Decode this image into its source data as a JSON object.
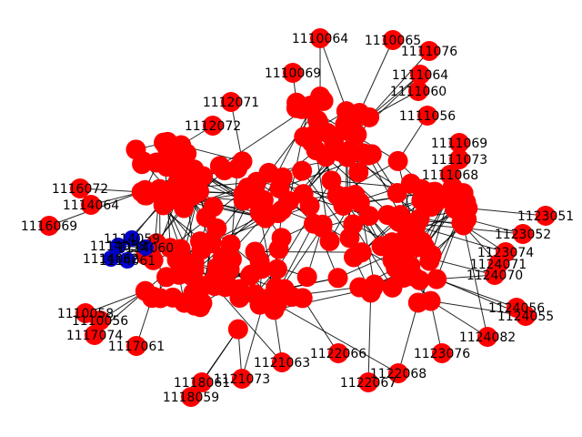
{
  "graph": {
    "colors": {
      "node_default": "#ff0000",
      "node_highlight": "#0000cc",
      "edge": "#000000",
      "label": "#000000"
    },
    "nodes": [
      {
        "id": "1110064",
        "group": "default"
      },
      {
        "id": "1110065",
        "group": "default"
      },
      {
        "id": "1111076",
        "group": "default"
      },
      {
        "id": "1111060",
        "group": "default"
      },
      {
        "id": "1111064",
        "group": "default"
      },
      {
        "id": "1111056",
        "group": "default"
      },
      {
        "id": "1110069",
        "group": "default"
      },
      {
        "id": "1112071",
        "group": "default"
      },
      {
        "id": "1112072",
        "group": "default"
      },
      {
        "id": "1111069",
        "group": "default"
      },
      {
        "id": "1111073",
        "group": "default"
      },
      {
        "id": "1111068",
        "group": "default"
      },
      {
        "id": "1116072",
        "group": "default"
      },
      {
        "id": "1116069",
        "group": "default"
      },
      {
        "id": "1114064",
        "group": "default"
      },
      {
        "id": "1123051",
        "group": "default"
      },
      {
        "id": "1123052",
        "group": "default"
      },
      {
        "id": "1123074",
        "group": "default"
      },
      {
        "id": "1124071",
        "group": "default"
      },
      {
        "id": "1124070",
        "group": "default"
      },
      {
        "id": "1124056",
        "group": "default"
      },
      {
        "id": "1124055",
        "group": "default"
      },
      {
        "id": "1124082",
        "group": "default"
      },
      {
        "id": "1123076",
        "group": "default"
      },
      {
        "id": "1122068",
        "group": "default"
      },
      {
        "id": "1122067",
        "group": "default"
      },
      {
        "id": "1122066",
        "group": "default"
      },
      {
        "id": "1121063",
        "group": "default"
      },
      {
        "id": "1121073",
        "group": "default"
      },
      {
        "id": "1118059",
        "group": "default"
      },
      {
        "id": "1118061",
        "group": "default"
      },
      {
        "id": "1117074",
        "group": "default"
      },
      {
        "id": "1117061",
        "group": "default"
      },
      {
        "id": "1110058",
        "group": "default"
      },
      {
        "id": "1110056",
        "group": "default"
      },
      {
        "id": "1114058",
        "group": "highlight"
      },
      {
        "id": "1114059",
        "group": "highlight"
      },
      {
        "id": "1114060",
        "group": "highlight"
      },
      {
        "id": "1114061",
        "group": "highlight"
      },
      {
        "id": "1114062",
        "group": "highlight"
      }
    ]
  }
}
